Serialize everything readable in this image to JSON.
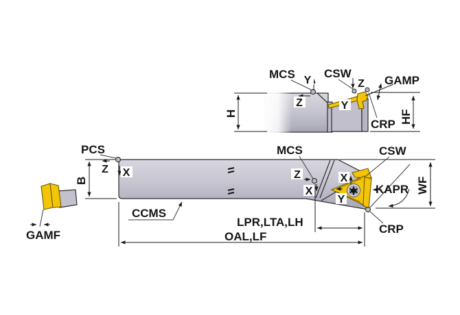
{
  "drawing_title": "tool-holder-dimension-diagram",
  "colors": {
    "body_gray": "#c6c5d0",
    "body_gray_dark": "#aaa9b7",
    "insert_yellow": "#f3c508",
    "outline": "#2b2b31",
    "dimension_line": "#1a1a1a",
    "screw_gray": "#d9d9e0"
  },
  "top_view": {
    "labels": {
      "mcs": "MCS",
      "csw": "CSW",
      "gamp": "GAMP",
      "crp": "CRP"
    },
    "dims": {
      "h": "H",
      "hf": "HF"
    },
    "axes": {
      "mcs_y": "Y",
      "mcs_z": "Z",
      "csw_z": "Z",
      "csw_y": "Y"
    }
  },
  "main_view": {
    "labels": {
      "pcs": "PCS",
      "mcs": "MCS",
      "csw": "CSW",
      "kapr": "KAPR",
      "crp": "CRP",
      "ccms": "CCMS"
    },
    "dims": {
      "b": "B",
      "wf": "WF",
      "lpr": "LPR,LTA,LH",
      "oal": "OAL,LF"
    },
    "axes": {
      "pcs_z": "Z",
      "pcs_x": "X",
      "mcs_z": "Z",
      "mcs_x": "X",
      "csw_x": "X",
      "csw_y": "Y"
    }
  },
  "insert_detail": {
    "labels": {
      "gamf": "GAMF"
    }
  }
}
